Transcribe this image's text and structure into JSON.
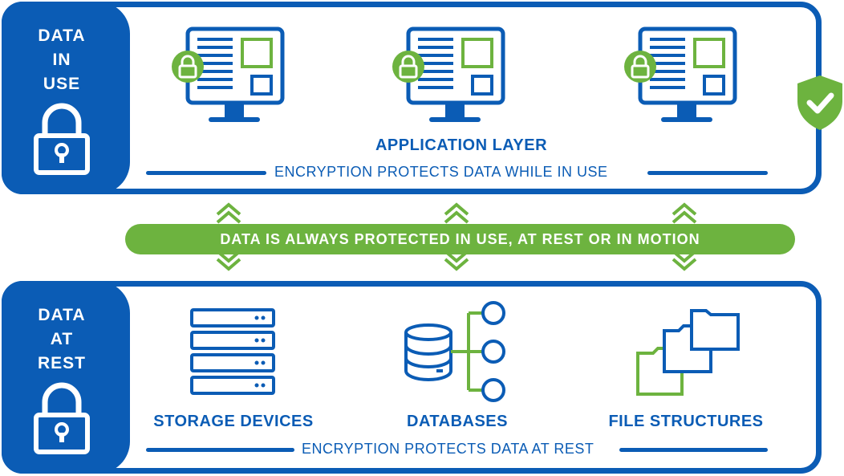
{
  "top": {
    "side_label_lines": [
      "DATA",
      "IN",
      "USE"
    ],
    "layer_title": "APPLICATION LAYER",
    "caption": "ENCRYPTION PROTECTS DATA WHILE IN USE"
  },
  "banner": {
    "text": "DATA IS ALWAYS PROTECTED IN USE, AT REST OR IN MOTION"
  },
  "bottom": {
    "side_label_lines": [
      "DATA",
      "AT",
      "REST"
    ],
    "items": [
      "STORAGE DEVICES",
      "DATABASES",
      "FILE STRUCTURES"
    ],
    "caption": "ENCRYPTION PROTECTS DATA AT REST"
  },
  "colors": {
    "blue": "#0b5cb5",
    "green": "#6db33f"
  },
  "icons": [
    "monitor-icon",
    "lock-icon",
    "shield-check-icon",
    "chevron-arrows-icon",
    "server-rack-icon",
    "database-icon",
    "folder-icon"
  ]
}
